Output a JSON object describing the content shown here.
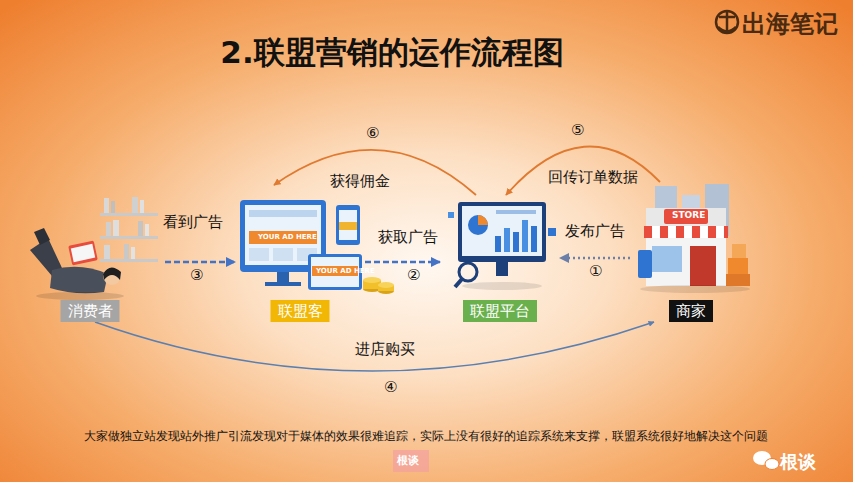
{
  "diagram": {
    "title": "2.联盟营销的运作流程图",
    "caption": "大家做独立站发现站外推广引流发现对于媒体的效果很难追踪，实际上没有很好的追踪系统来支撑，联盟系统很好地解决这个问题",
    "nodes": [
      {
        "text": [
          "消费者"
        ]
      },
      {
        "text": [
          "联盟客"
        ]
      },
      {
        "text": [
          "联盟平台"
        ]
      },
      {
        "text": [
          "商家"
        ]
      }
    ],
    "edges": [
      {
        "from": 0,
        "to": 1,
        "label": "看到广告",
        "arrow": "to"
      },
      {
        "from": 1,
        "to": 2,
        "label": "获取广告",
        "arrow": "to"
      },
      {
        "from": 3,
        "to": 2,
        "label": "发布广告",
        "arrow": "to"
      },
      {
        "from": 2,
        "to": 1,
        "label": "获得佣金",
        "arrow": "to"
      },
      {
        "from": 3,
        "to": 2,
        "label": "回传订单数据",
        "arrow": "to"
      },
      {
        "from": 0,
        "to": 3,
        "label": "进店购买",
        "arrow": "to"
      }
    ],
    "labels": [
      "③",
      "②",
      "①",
      "⑥",
      "⑤",
      "④",
      "YOUR AD HERE",
      "YOUR AD HERE",
      "STORE",
      "出海笔记",
      "根谈",
      "根谈"
    ]
  }
}
